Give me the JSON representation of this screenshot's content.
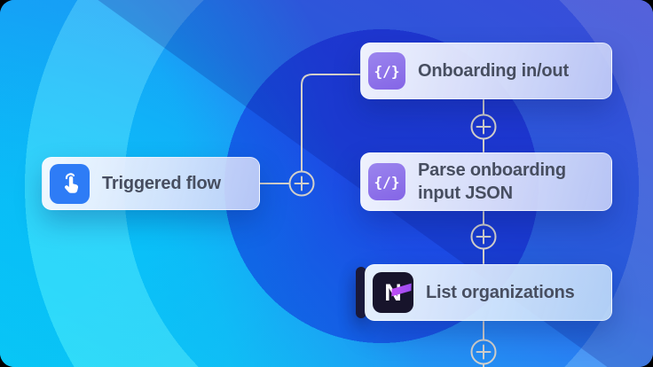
{
  "workflow": {
    "nodes": [
      {
        "label": "Triggered flow",
        "icon": "tap-icon",
        "icon_bg": "#2e7cf6"
      },
      {
        "label": "Onboarding in/out",
        "icon": "code-icon",
        "glyph": "{/}",
        "icon_bg": "#8b74e9"
      },
      {
        "label": "Parse onboarding input JSON",
        "icon": "code-icon",
        "glyph": "{/}",
        "icon_bg": "#8b74e9"
      },
      {
        "label": "List organizations",
        "icon": "n-logo-icon",
        "glyph": "N",
        "icon_bg": "#17142b"
      }
    ],
    "connectors": {
      "plus_symbol": "+",
      "line_color": "#d3d0ca"
    },
    "background": {
      "inner_disk_blue": "#1d2ee2",
      "cyan": "#12ccf2",
      "blue": "#3273f4",
      "violet_blue": "#4d5ef2",
      "logo_accent_purple": "#b44df0"
    }
  }
}
